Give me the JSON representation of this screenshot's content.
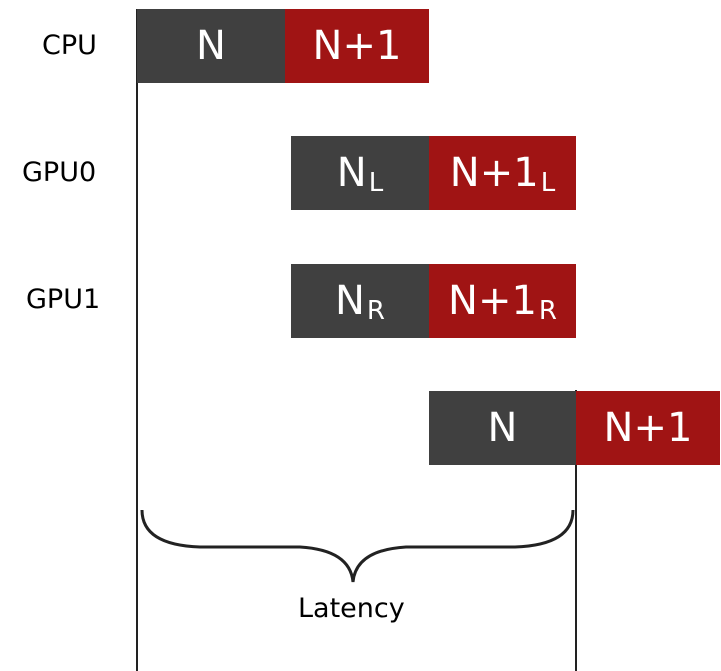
{
  "rows": [
    {
      "label": "CPU"
    },
    {
      "label": "GPU0"
    },
    {
      "label": "GPU1"
    }
  ],
  "blocks": {
    "cpu_n": {
      "text": "N",
      "sub": ""
    },
    "cpu_n1": {
      "text": "N+1",
      "sub": ""
    },
    "gpu0_n": {
      "text": "N",
      "sub": "L"
    },
    "gpu0_n1": {
      "text": "N+1",
      "sub": "L"
    },
    "gpu1_n": {
      "text": "N",
      "sub": "R"
    },
    "gpu1_n1": {
      "text": "N+1",
      "sub": "R"
    },
    "out_n": {
      "text": "N",
      "sub": ""
    },
    "out_n1": {
      "text": "N+1",
      "sub": ""
    }
  },
  "latency_label": "Latency",
  "colors": {
    "frame_n": "#404040",
    "frame_n1": "#a01414"
  }
}
